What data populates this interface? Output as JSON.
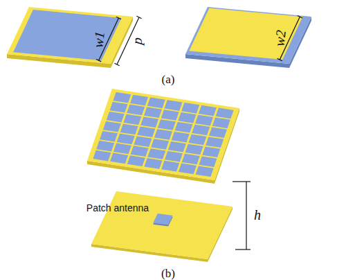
{
  "diagram": {
    "labels": [
      "w1",
      "p",
      "w2",
      "(a)",
      "Patch antenna",
      "h",
      "(b)"
    ]
  }
}
